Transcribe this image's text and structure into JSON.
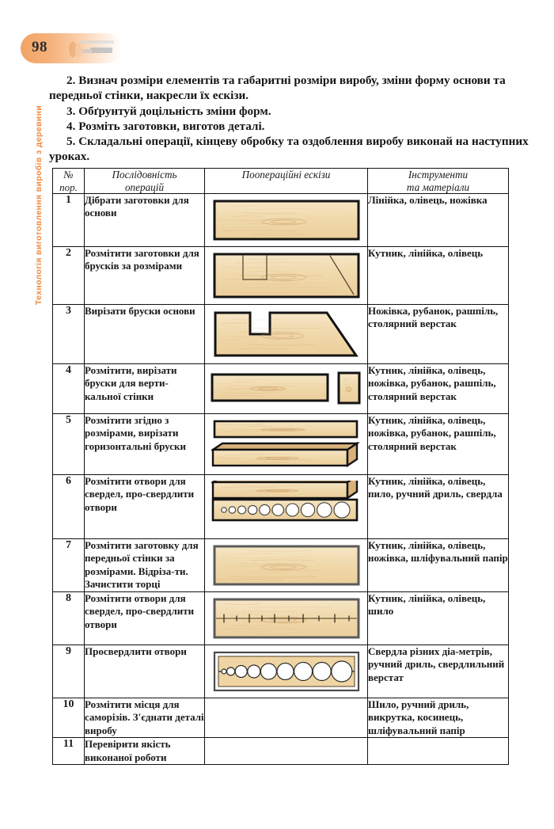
{
  "page": {
    "number": "98",
    "side_title": "Технологія виготовлення виробів з деревини",
    "header_icon": "woodworking-tools-icon"
  },
  "intro": {
    "paragraphs": [
      "2. Визнач розміри елементів та габаритні розміри виробу, зміни форму основи та передньої стінки, накресли їх ескізи.",
      "3. Обґрунтуй доцільність зміни форм.",
      "4. Розміть заготовки, виготов деталі.",
      "5. Складальні операції, кінцеву обробку та оздоблення виробу виконай на наступних уроках."
    ]
  },
  "table": {
    "headers": {
      "no_line1": "№",
      "no_line2": "пор.",
      "seq_line1": "Послідовність",
      "seq_line2": "операцій",
      "sketch": "Пооперaційні ескізи",
      "tools_line1": "Інструменти",
      "tools_line2": "та матеріали"
    },
    "rows": [
      {
        "no": "1",
        "sequence": "Дібрати заготовки для основи",
        "sketch": "plain-board",
        "tools": "Лінійка, олівець, ножівка"
      },
      {
        "no": "2",
        "sequence": "Розмітити заготовки для брусків за розмірами",
        "sketch": "marked-board",
        "tools": "Кутник, лінійка, олівець"
      },
      {
        "no": "3",
        "sequence": "Вирізати бруски основи",
        "sketch": "notched-profile",
        "tools": "Ножівка, рубанок, рашпіль, столярний верстак"
      },
      {
        "no": "4",
        "sequence": "Розмітити, вирізати бруски для верти-кальної стінки",
        "sketch": "bar-and-block",
        "tools": "Кутник, лінійка, олівець, ножівка, рубанок, рашпіль, столярний верстак"
      },
      {
        "no": "5",
        "sequence": "Розмітити згідно з розмірами, вирізати горизонтальні бруски",
        "sketch": "flat-and-iso-bar",
        "tools": "Кутник, лінійка, олівець, ножівка, рубанок, рашпіль, столярний верстак"
      },
      {
        "no": "6",
        "sequence": "Розмітити отвори для свердел, про-свердлити отвори",
        "sketch": "iso-bar-and-drilled-bar",
        "tools": "Кутник, лінійка, олівець, пило, ручний дриль, свердла"
      },
      {
        "no": "7",
        "sequence": "Розмітити заготовку для передньої стінки за розмірами. Відріза-ти. Зачистити торці",
        "sketch": "plain-panel",
        "tools": "Кутник, лінійка, олівець, ножівка, шліфувальний папір"
      },
      {
        "no": "8",
        "sequence": "Розмітити отвори для свердел, про-свердлити отвори",
        "sketch": "marked-hole-panel",
        "tools": "Кутник, лінійка, олівець, шило"
      },
      {
        "no": "9",
        "sequence": "Просвердлити отвори",
        "sketch": "large-holes-panel",
        "tools": "Свердла різних діа-метрів, ручний дриль, свердлильний верстат"
      },
      {
        "no": "10",
        "sequence": "Розмітити місця для саморізів. З'єднати деталі виробу",
        "sketch": "",
        "tools": "Шило, ручний дриль, викрутка, косинець, шліфувальний папір"
      },
      {
        "no": "11",
        "sequence": "Перевірити якість виконаної роботи",
        "sketch": "",
        "tools": ""
      }
    ]
  },
  "colors": {
    "accent_orange": "#f0883c",
    "wood_light": "#f2debb",
    "wood_mid": "#e8cb9a",
    "wood_dark": "#d6b072",
    "ink": "#111111"
  }
}
